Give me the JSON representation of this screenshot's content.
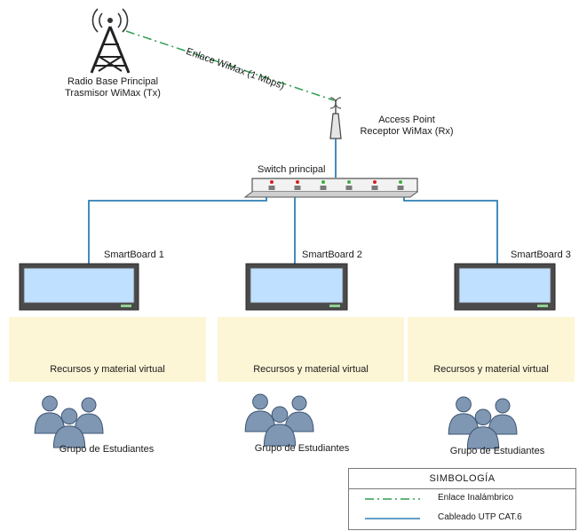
{
  "tower": {
    "label_line1": "Radio Base Principal",
    "label_line2": "Trasmisor WiMax (Tx)"
  },
  "wireless_link": {
    "label": "Enlace WiMax (1 Mbps)"
  },
  "access_point": {
    "label_line1": "Access Point",
    "label_line2": "Receptor WiMax (Rx)"
  },
  "switch": {
    "label": "Switch principal",
    "port_led_colors": [
      "#d42020",
      "#d42020",
      "#3cb043",
      "#3cb043",
      "#d42020",
      "#3cb043"
    ]
  },
  "smartboards": [
    {
      "label": "SmartBoard 1"
    },
    {
      "label": "SmartBoard 2"
    },
    {
      "label": "SmartBoard 3"
    }
  ],
  "resources": {
    "label": "Recursos y material virtual",
    "icons": [
      "media-file-icon",
      "speaker-icon",
      "folder-icon"
    ]
  },
  "groups": {
    "label": "Grupo de Estudiantes"
  },
  "legend": {
    "title": "SIMBOLOGÍA",
    "items": [
      {
        "label": "Enlace Inalámbrico",
        "style": "dash-dot",
        "color": "#2e9e4f"
      },
      {
        "label": "Cableado UTP CAT.6",
        "style": "solid",
        "color": "#2f7fb5"
      }
    ]
  },
  "colors": {
    "cable": "#2f7fb5",
    "wireless": "#2e9e4f",
    "screen": "#bfe0ff",
    "monitor_frame": "#3a3a3a",
    "panel": "#fcf6d6",
    "people": "#7f97b3"
  }
}
